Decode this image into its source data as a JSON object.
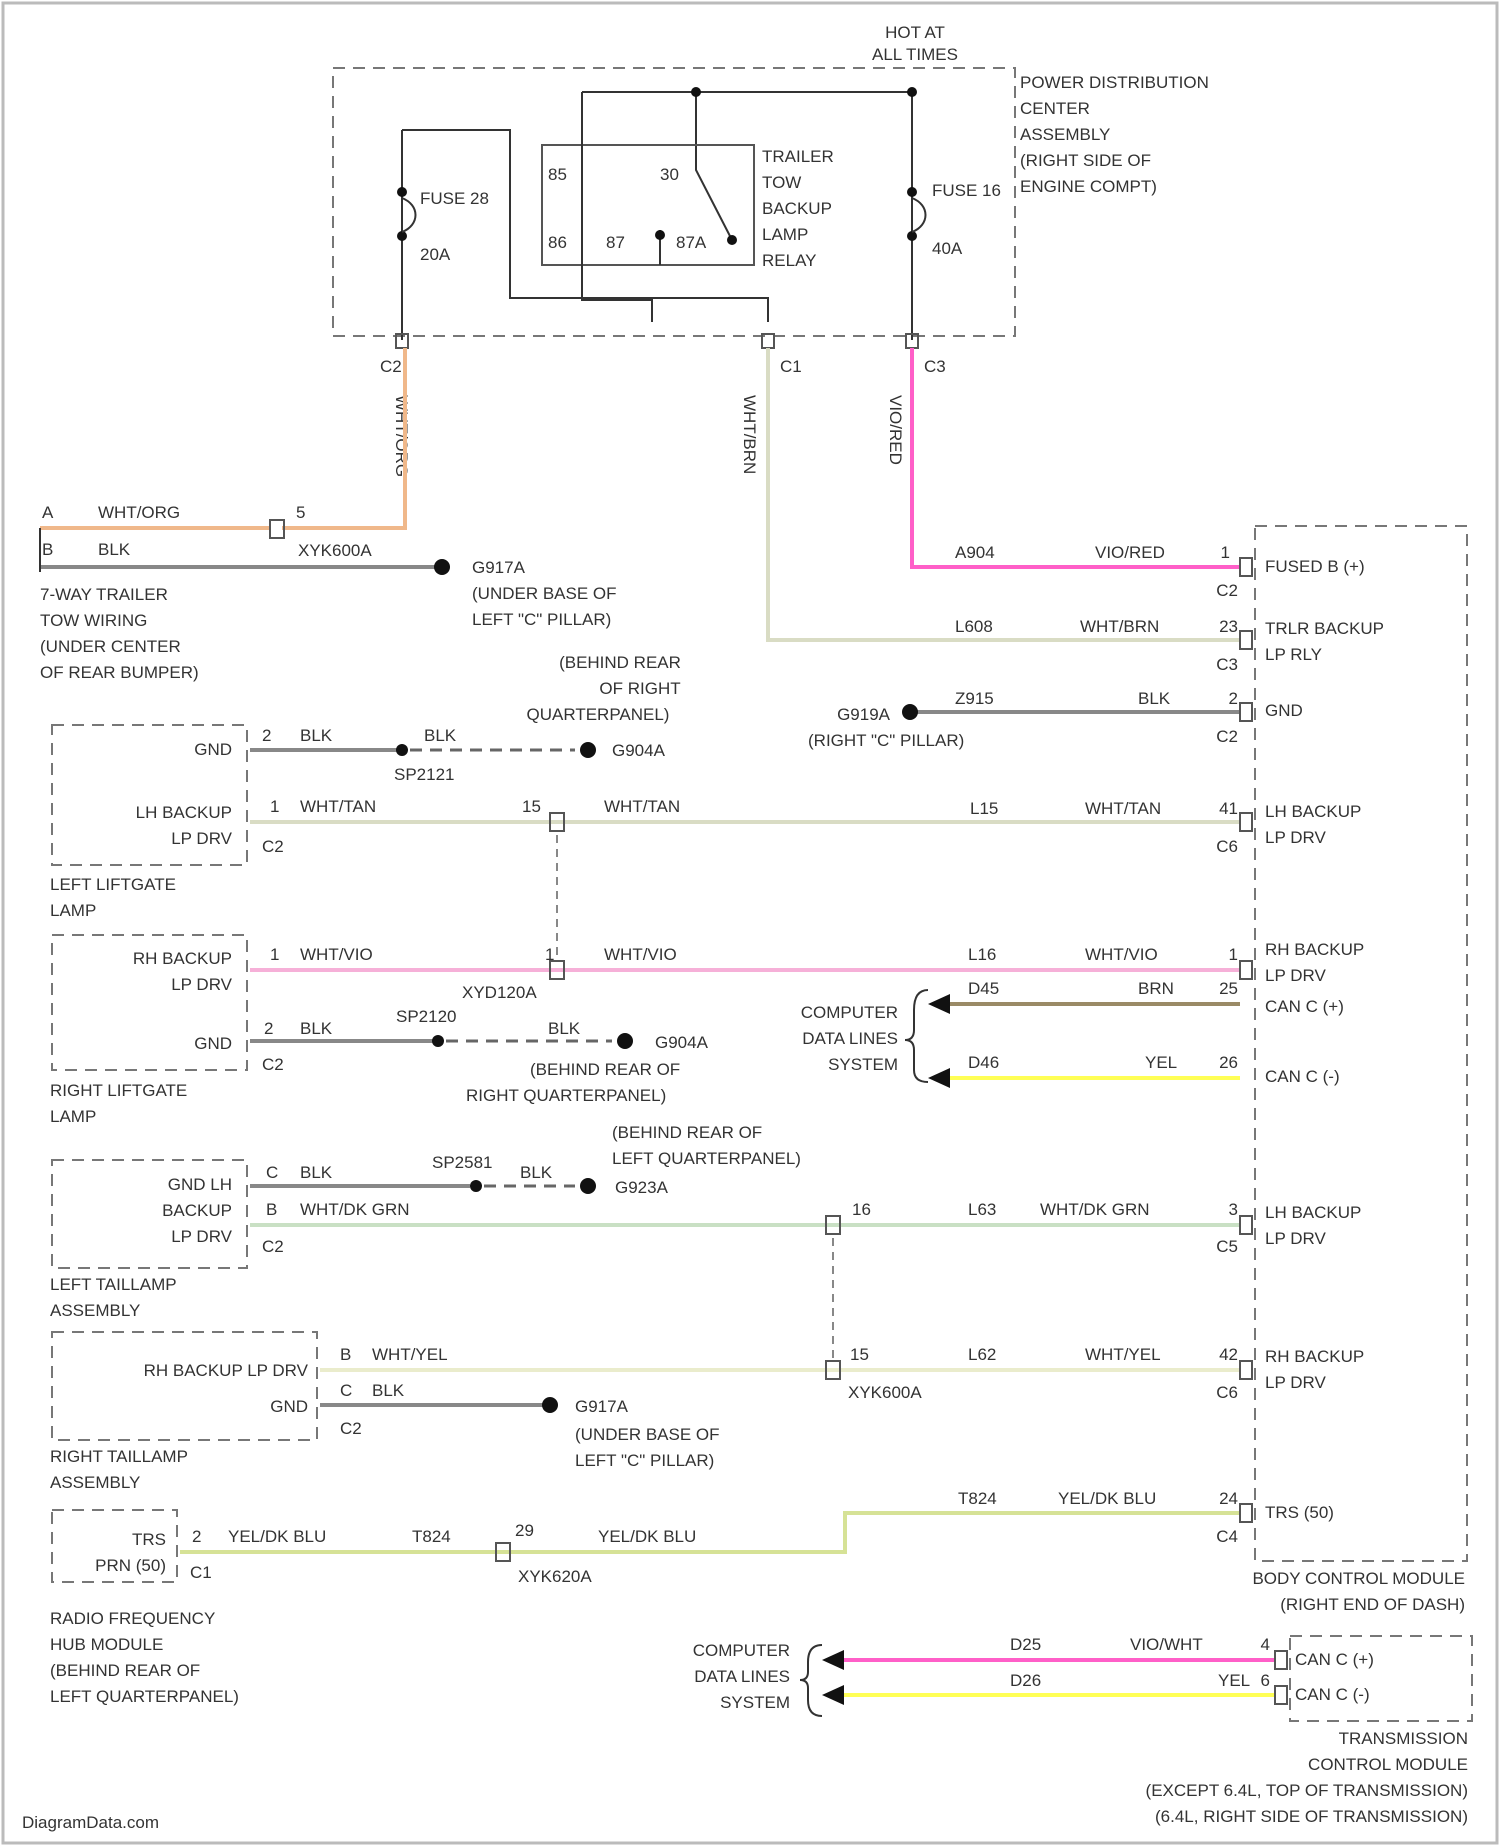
{
  "hot_at_all_times": [
    "HOT AT",
    "ALL TIMES"
  ],
  "pdc": {
    "title": [
      "POWER DISTRIBUTION",
      "CENTER",
      "ASSEMBLY",
      "(RIGHT SIDE OF",
      "ENGINE COMPT)"
    ],
    "fuse_left": {
      "name": "FUSE 28",
      "rating": "20A"
    },
    "fuse_right": {
      "name": "FUSE 16",
      "rating": "40A"
    },
    "relay": {
      "label": [
        "TRAILER",
        "TOW",
        "BACKUP",
        "LAMP",
        "RELAY"
      ],
      "pins": [
        "85",
        "30",
        "86",
        "87",
        "87A"
      ]
    },
    "connectors": [
      "C2",
      "C1",
      "C3"
    ],
    "wire_colors": [
      "WHT/ORG",
      "WHT/BRN",
      "VIO/RED"
    ]
  },
  "trailer": {
    "pins": [
      "A",
      "B",
      "5"
    ],
    "wire1": "WHT/ORG",
    "wire2": "BLK",
    "conn": "XYK600A",
    "ground": "G917A",
    "ground_loc": [
      "(UNDER BASE OF",
      "LEFT \"C\" PILLAR)"
    ],
    "label": [
      "7-WAY TRAILER",
      "TOW WIRING",
      "(UNDER CENTER",
      "OF REAR BUMPER)"
    ]
  },
  "bcm": {
    "pins": [
      {
        "num": "1",
        "conn": "C2",
        "circuit": "A904",
        "color": "VIO/RED",
        "label": [
          "FUSED B (+)"
        ]
      },
      {
        "num": "23",
        "conn": "C3",
        "circuit": "L608",
        "color": "WHT/BRN",
        "label": [
          "TRLR BACKUP",
          "LP RLY"
        ]
      },
      {
        "num": "2",
        "conn": "C2",
        "circuit": "Z915",
        "color": "BLK",
        "label": [
          "GND"
        ]
      },
      {
        "num": "41",
        "conn": "C6",
        "circuit": "L15",
        "color": "WHT/TAN",
        "label": [
          "LH BACKUP",
          "LP DRV"
        ]
      },
      {
        "num": "1",
        "conn": "",
        "circuit": "L16",
        "color": "WHT/VIO",
        "label": [
          "RH BACKUP",
          "LP DRV"
        ]
      },
      {
        "num": "25",
        "conn": "",
        "circuit": "D45",
        "color": "BRN",
        "label": [
          "CAN C (+)"
        ]
      },
      {
        "num": "26",
        "conn": "",
        "circuit": "D46",
        "color": "YEL",
        "label": [
          "CAN C (-)"
        ]
      },
      {
        "num": "3",
        "conn": "C5",
        "circuit": "L63",
        "color": "WHT/DK GRN",
        "label": [
          "LH BACKUP",
          "LP DRV"
        ]
      },
      {
        "num": "42",
        "conn": "C6",
        "circuit": "L62",
        "color": "WHT/YEL",
        "label": [
          "RH BACKUP",
          "LP DRV"
        ]
      },
      {
        "num": "24",
        "conn": "C4",
        "circuit": "T824",
        "color": "YEL/DK BLU",
        "label": [
          "TRS (50)"
        ]
      }
    ],
    "ground": "G919A",
    "ground_loc": "(RIGHT \"C\" PILLAR)",
    "label": [
      "BODY CONTROL MODULE",
      "(RIGHT END OF DASH)"
    ]
  },
  "left_liftgate": {
    "label": [
      "LEFT LIFTGATE",
      "LAMP"
    ],
    "gnd": "GND",
    "drv": [
      "LH BACKUP",
      "LP DRV"
    ],
    "pin_gnd": "2",
    "pin_drv": "1",
    "conn": "C2",
    "blk": "BLK",
    "blk2": "BLK",
    "splice": "SP2121",
    "ground": "G904A",
    "ground_loc": [
      "(BEHIND REAR",
      "OF RIGHT",
      "QUARTERPANEL)"
    ],
    "inline_pin": "15",
    "color": "WHT/TAN",
    "color2": "WHT/TAN"
  },
  "right_liftgate": {
    "label": [
      "RIGHT LIFTGATE",
      "LAMP"
    ],
    "gnd": "GND",
    "drv": [
      "RH BACKUP",
      "LP DRV"
    ],
    "pin_drv": "1",
    "pin_gnd": "2",
    "conn": "C2",
    "color": "WHT/VIO",
    "color2": "WHT/VIO",
    "inline_pin": "1",
    "inline_conn": "XYD120A",
    "splice": "SP2120",
    "blk": "BLK",
    "blk2": "BLK",
    "ground": "G904A",
    "ground_loc": [
      "(BEHIND REAR OF",
      "RIGHT QUARTERPANEL)"
    ]
  },
  "cdls1": [
    "COMPUTER",
    "DATA LINES",
    "SYSTEM"
  ],
  "left_taillamp": {
    "label": [
      "LEFT TAILLAMP",
      "ASSEMBLY"
    ],
    "gnd": "GND LH",
    "drv": [
      "BACKUP",
      "LP DRV"
    ],
    "pin_gnd": "C",
    "pin_drv": "B",
    "conn": "C2",
    "blk": "BLK",
    "blk2": "BLK",
    "splice": "SP2581",
    "ground": "G923A",
    "ground_loc": [
      "(BEHIND REAR OF",
      "LEFT QUARTERPANEL)"
    ],
    "color": "WHT/DK GRN",
    "inline_pin": "16"
  },
  "right_taillamp": {
    "label": [
      "RIGHT TAILLAMP",
      "ASSEMBLY"
    ],
    "drv": "RH BACKUP LP DRV",
    "gnd": "GND",
    "pin_drv": "B",
    "pin_gnd": "C",
    "conn": "C2",
    "color": "WHT/YEL",
    "blk": "BLK",
    "ground": "G917A",
    "ground_loc": [
      "(UNDER BASE OF",
      "LEFT \"C\" PILLAR)"
    ],
    "inline_pin": "15",
    "inline_conn": "XYK600A"
  },
  "rf_hub": {
    "label": [
      "RADIO FREQUENCY",
      "HUB MODULE",
      "(BEHIND REAR OF",
      "LEFT QUARTERPANEL)"
    ],
    "pin_label": [
      "TRS",
      "PRN (50)"
    ],
    "pin": "2",
    "conn": "C1",
    "color": "YEL/DK BLU",
    "circuit": "T824",
    "inline_pin": "29",
    "inline_conn": "XYK620A",
    "color2": "YEL/DK BLU"
  },
  "tcm": {
    "cdls": [
      "COMPUTER",
      "DATA LINES",
      "SYSTEM"
    ],
    "wires": [
      {
        "circuit": "D25",
        "color": "VIO/WHT",
        "pin": "4",
        "label": "CAN C (+)"
      },
      {
        "circuit": "D26",
        "color": "YEL",
        "pin": "6",
        "label": "CAN C (-)"
      }
    ],
    "label": [
      "TRANSMISSION",
      "CONTROL MODULE",
      "(EXCEPT 6.4L, TOP OF TRANSMISSION)",
      "(6.4L, RIGHT SIDE OF TRANSMISSION)"
    ]
  },
  "watermark": "DiagramData.com",
  "colors": {
    "orange": "#f0b88a",
    "pink": "#ff5fc8",
    "light_pink": "#f6b0d8",
    "olive": "#d9dcc4",
    "brown": "#9a8a66",
    "yellow": "#ffff55",
    "green": "#c9e0c4",
    "light_yellow": "#eaeccc",
    "yellow_green": "#d6e296",
    "gray": "#888888"
  }
}
